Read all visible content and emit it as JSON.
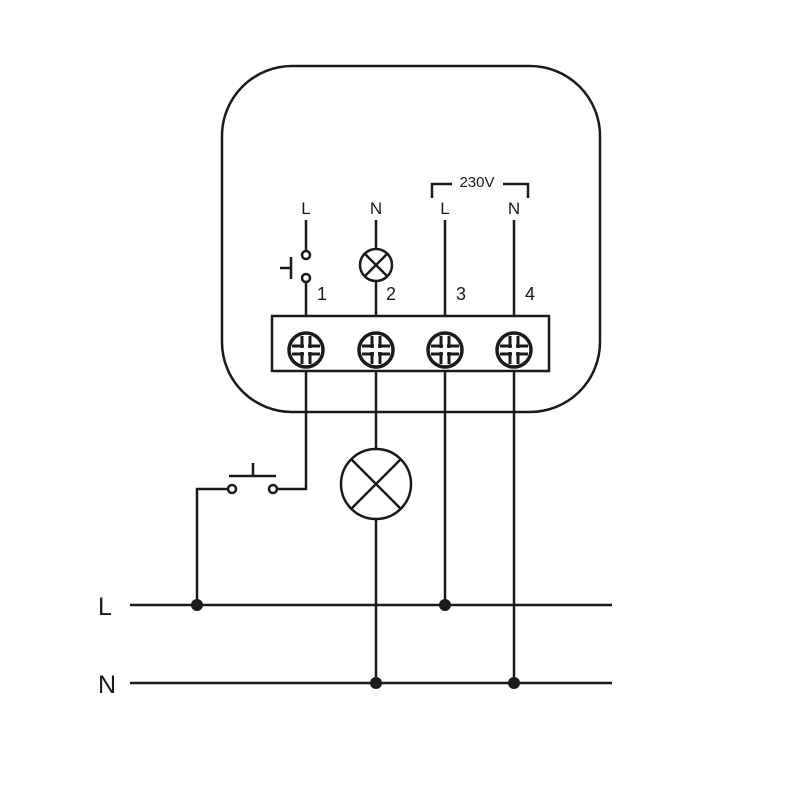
{
  "device": {
    "supply_label": "230V",
    "top_labels": [
      "L",
      "N",
      "L",
      "N"
    ],
    "terminal_numbers": [
      "1",
      "2",
      "3",
      "4"
    ]
  },
  "mains": {
    "line_label": "L",
    "neutral_label": "N"
  },
  "colors": {
    "ink": "#1a1a1a",
    "background": "#ffffff"
  }
}
